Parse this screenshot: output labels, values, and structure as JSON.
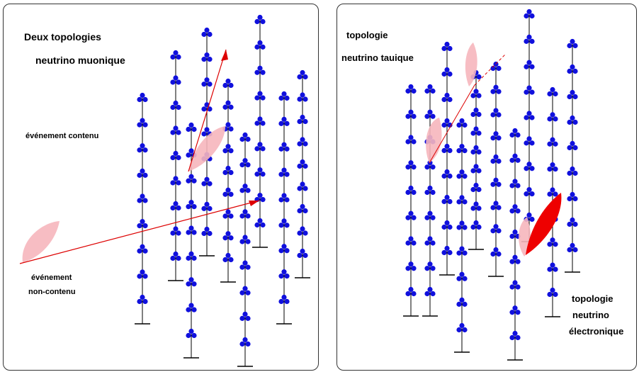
{
  "left_panel": {
    "title_line1": "Deux topologies",
    "title_line2": "neutrino muonique",
    "contained_label": "événement contenu",
    "noncontained_line1": "événement",
    "noncontained_line2": "non-contenu"
  },
  "right_panel": {
    "tau_line1": "topologie",
    "tau_line2": "neutrino tauique",
    "e_line1": "topologie",
    "e_line2": "neutrino",
    "e_line3": "électronique"
  },
  "colors": {
    "module": "#1010dd",
    "track": "#dd0000",
    "cone_light": "#f6b6bc",
    "cone_dark": "#ee0000",
    "frame": "#333333"
  }
}
